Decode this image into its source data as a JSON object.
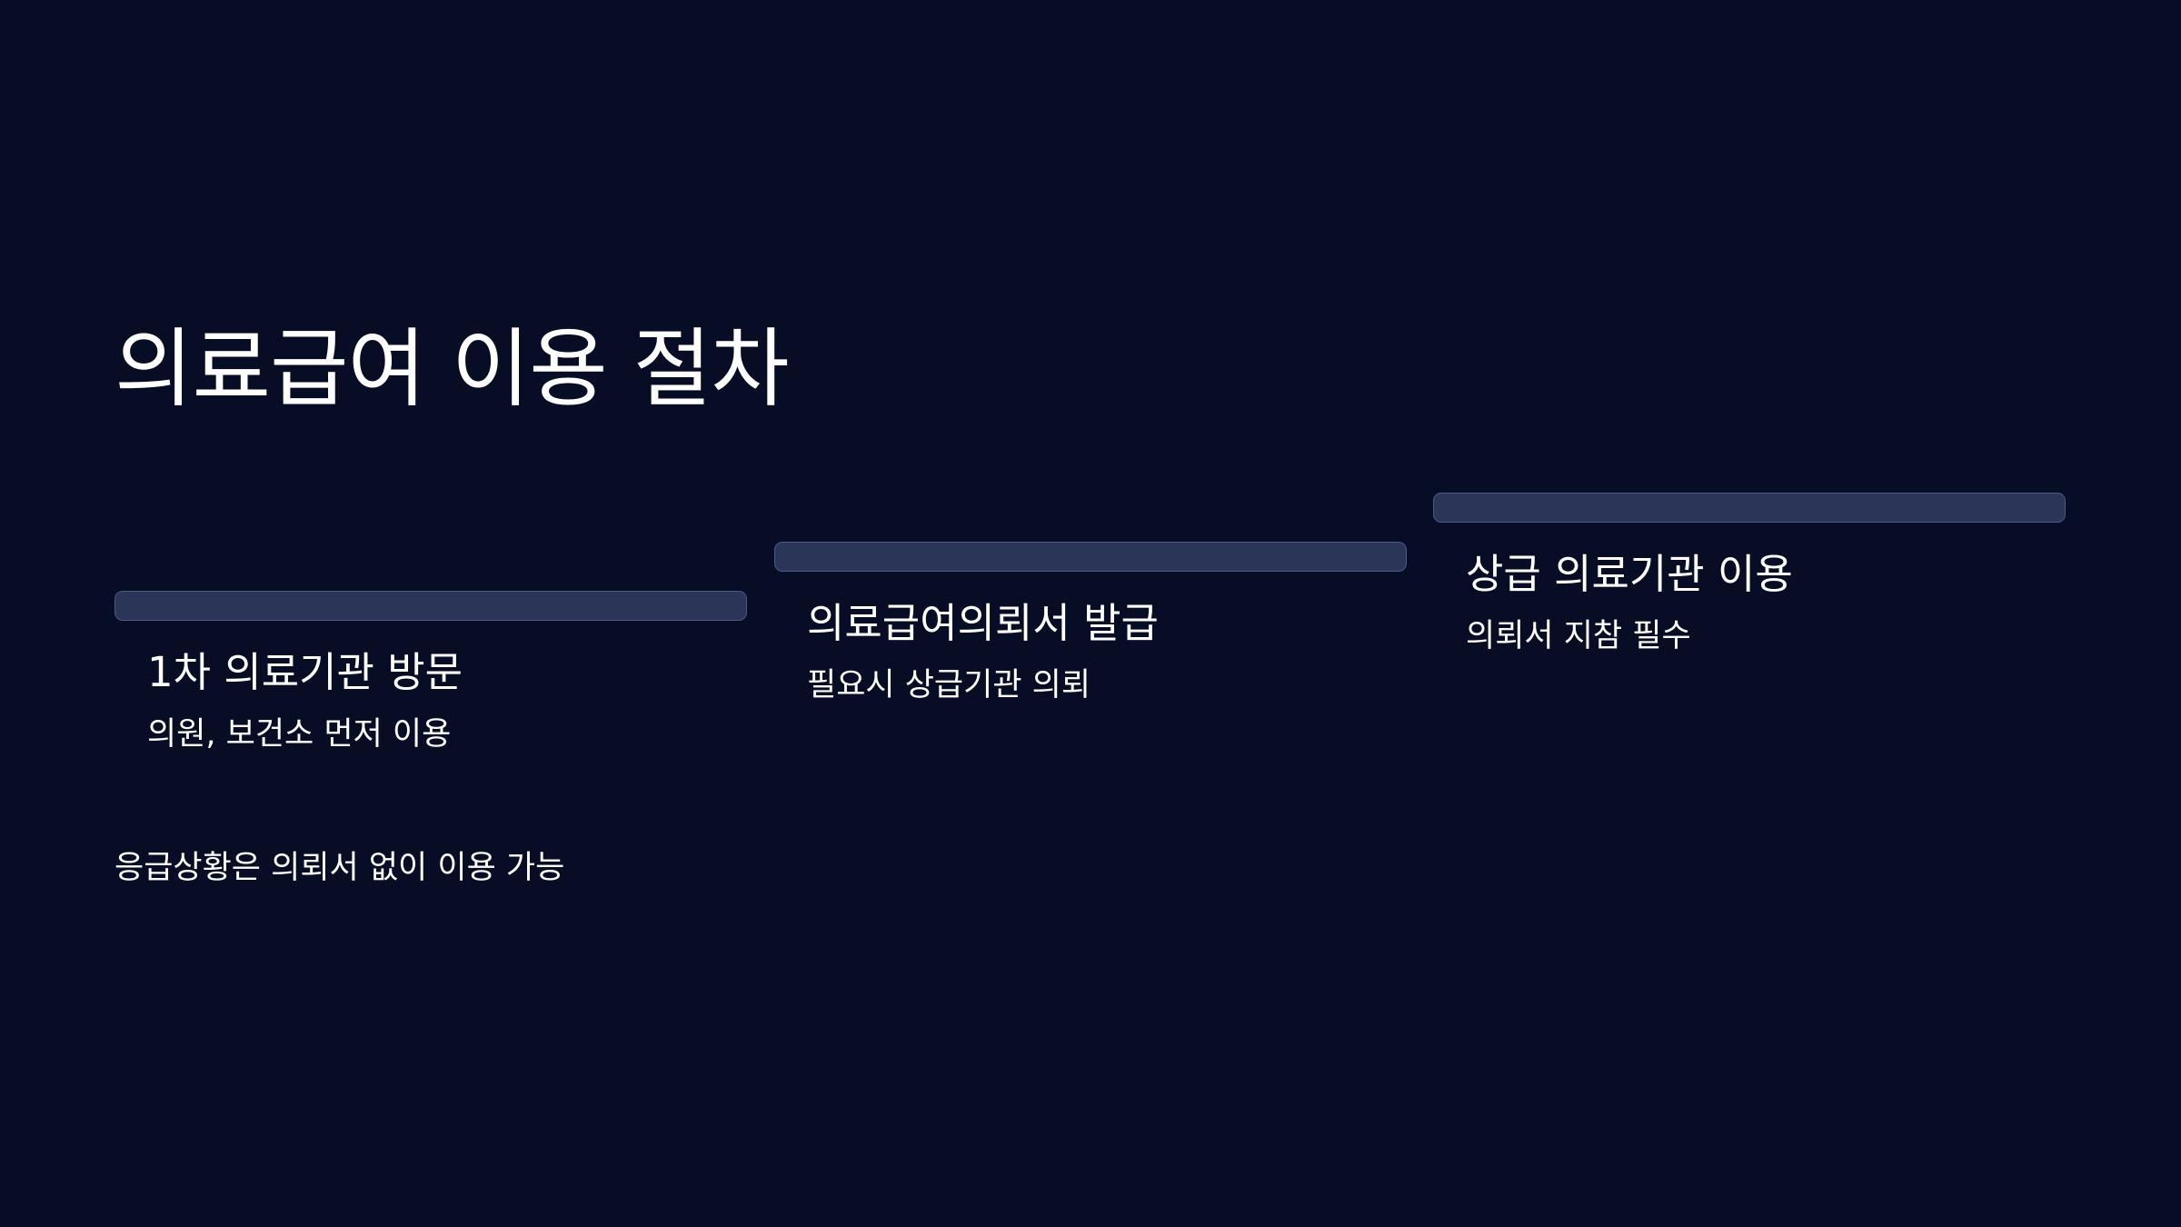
{
  "slide": {
    "title": "의료급여 이용 절차",
    "steps": [
      {
        "title": "1차 의료기관 방문",
        "description": "의원, 보건소 먼저 이용"
      },
      {
        "title": "의료급여의뢰서 발급",
        "description": "필요시 상급기관 의뢰"
      },
      {
        "title": "상급 의료기관 이용",
        "description": "의뢰서 지참 필수"
      }
    ],
    "note": "응급상황은 의뢰서 없이 이용 가능"
  },
  "colors": {
    "background": "#080d26",
    "step_bar": "#2b3558",
    "step_bar_border": "#4c5a86",
    "text": "#ffffff"
  }
}
